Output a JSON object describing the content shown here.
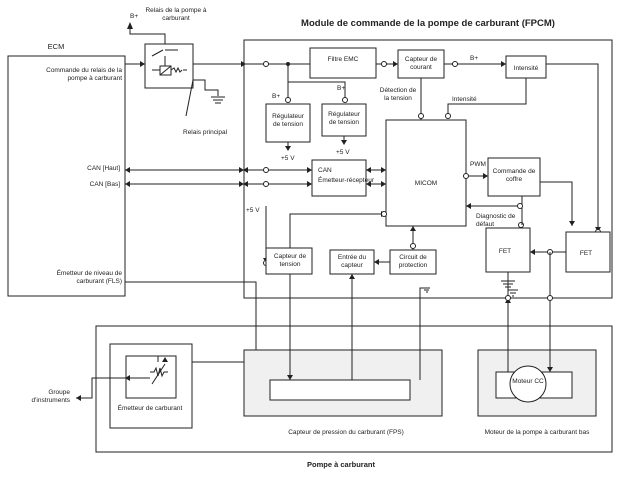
{
  "title": "Module de commande de la pompe de carburant (FPCM)",
  "ecm": {
    "title": "ECM",
    "relay_cmd": "Commande du relais de la pompe à carburant",
    "can_high": "CAN [Haut]",
    "can_low": "CAN [Bas]",
    "fls": "Émetteur de niveau de carburant (FLS)"
  },
  "relay": {
    "title": "Relais de la pompe à carburant",
    "bplus": "B+",
    "main_relay": "Relais principal"
  },
  "blocks": {
    "emc": "Filtre EMC",
    "current_sensor": "Capteur de courant",
    "intensity": "Intensité",
    "bplus": "B+",
    "reg1": "Régulateur de tension",
    "reg2": "Régulateur de tension",
    "can_trx_1": "CAN",
    "can_trx_2": "Émetteur-récepteur",
    "micom": "MICOM",
    "drive": "Commande de coffre",
    "fet": "FET",
    "voltage_sensor": "Capteur de tension",
    "sensor_input": "Entrée du capteur",
    "protection": "Circuit de protection",
    "plus5v": "+5 V"
  },
  "signals": {
    "voltage_detect": "Détection de la tension",
    "intensity": "Intensité",
    "pwm": "PWM",
    "fault_diag": "Diagnostic de défaut"
  },
  "pump": {
    "title": "Pompe à carburant",
    "sender": "Émetteur de carburant",
    "group": "Groupe d'instruments",
    "fps": "Capteur de pression du carburant (FPS)",
    "motor": "Moteur CC",
    "motor_caption": "Moteur de la pompe à carburant bas"
  }
}
